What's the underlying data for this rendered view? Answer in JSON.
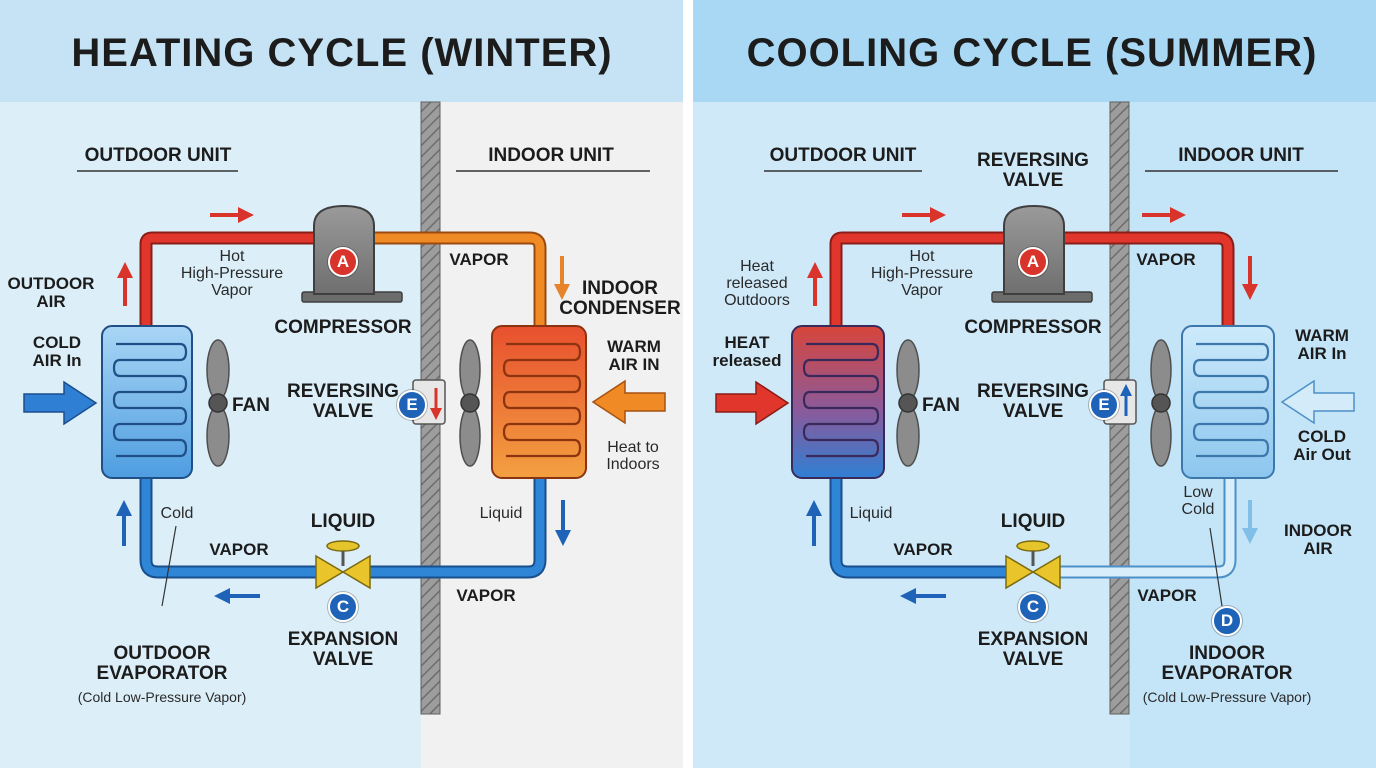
{
  "heating": {
    "title": "HEATING CYCLE (WINTER)",
    "outdoor_unit": "OUTDOOR UNIT",
    "indoor_unit": "INDOOR UNIT",
    "outdoor_air": "OUTDOOR\nAIR",
    "cold_air_in": "COLD\nAIR In",
    "hot_vapor": "Hot\nHigh-Pressure\nVapor",
    "compressor": "COMPRESSOR",
    "badge_a": "A",
    "vapor_top": "VAPOR",
    "indoor_condenser": "INDOOR\nCONDENSER",
    "warm_air_in": "WARM\nAIR IN",
    "fan": "FAN",
    "reversing_valve": "REVERSING\nVALVE",
    "badge_e": "E",
    "heat_to_indoors": "Heat to\nIndoors",
    "cold": "Cold",
    "liquid_small": "Liquid",
    "liquid": "LIQUID",
    "vapor_left": "VAPOR",
    "vapor_bottom": "VAPOR",
    "badge_c": "C",
    "expansion_valve": "EXPANSION\nVALVE",
    "outdoor_evaporator": "OUTDOOR\nEVAPORATOR",
    "evaporator_sub": "(Cold Low-Pressure Vapor)"
  },
  "cooling": {
    "title": "COOLING CYCLE (SUMMER)",
    "outdoor_unit": "OUTDOOR UNIT",
    "reversing_valve_top": "REVERSING\nVALVE",
    "indoor_unit": "INDOOR UNIT",
    "heat_released_outdoors": "Heat\nreleased\nOutdoors",
    "hot_vapor": "Hot\nHigh-Pressure\nVapor",
    "badge_a": "A",
    "compressor": "COMPRESSOR",
    "vapor_top": "VAPOR",
    "heat_released": "HEAT\nreleased",
    "fan": "FAN",
    "reversing_valve": "REVERSING\nVALVE",
    "badge_e": "E",
    "warm_air_in": "WARM\nAIR In",
    "cold_air_out": "COLD\nAir Out",
    "low_cold": "Low\nCold",
    "indoor_air": "INDOOR\nAIR",
    "liquid_small": "Liquid",
    "liquid": "LIQUID",
    "vapor_left": "VAPOR",
    "vapor_bottom": "VAPOR",
    "badge_c": "C",
    "badge_d": "D",
    "expansion_valve": "EXPANSION\nVALVE",
    "indoor_evaporator": "INDOOR\nEVAPORATOR",
    "evaporator_sub": "(Cold Low-Pressure Vapor)"
  },
  "colors": {
    "hot": "#e0362c",
    "cold": "#2f86d6",
    "warm": "#f08a24",
    "wall": "#8e8e8e"
  }
}
